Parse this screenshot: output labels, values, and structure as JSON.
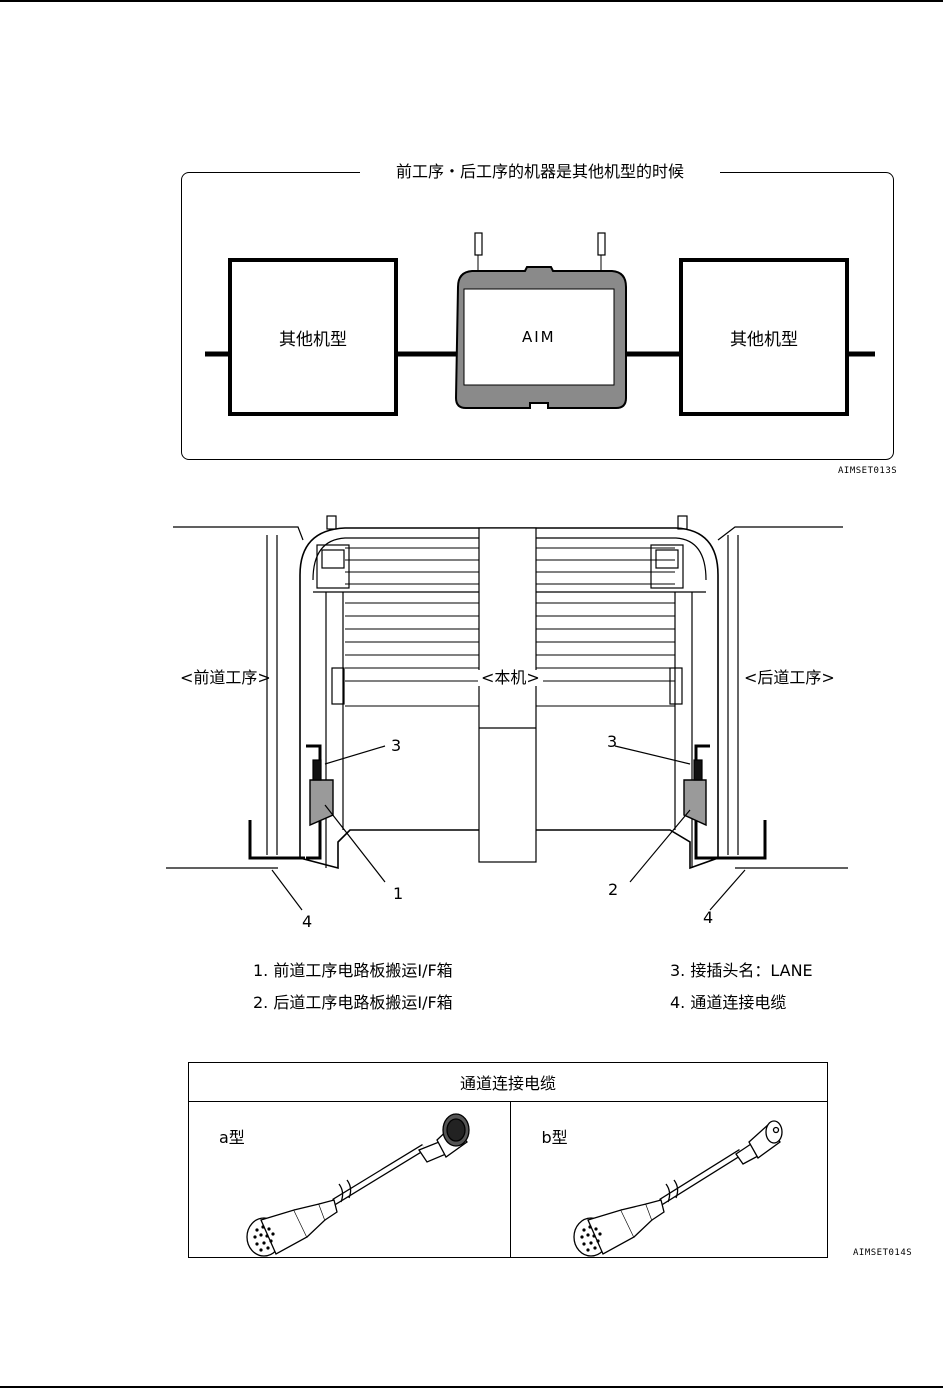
{
  "diagram1": {
    "title": "前工序・后工序的机器是其他机型的时候",
    "left_box": "其他机型",
    "center_box": "AIM",
    "right_box": "其他机型",
    "figure_code": "AIMSET013S"
  },
  "diagram2": {
    "label_front": "<前道工序>",
    "label_main": "<本机>",
    "label_rear": "<后道工序>",
    "callouts": [
      "3",
      "3",
      "1",
      "2",
      "4",
      "4"
    ]
  },
  "legend": {
    "item1": "1.  前道工序电路板搬运I/F箱",
    "item2": "2.  后道工序电路板搬运I/F箱",
    "item3": "3.  接插头名：LANE",
    "item4": "4.  通道连接电缆"
  },
  "cable_table": {
    "header": "通道连接电缆",
    "type_a": "a型",
    "type_b": "b型",
    "figure_code": "AIMSET014S"
  }
}
